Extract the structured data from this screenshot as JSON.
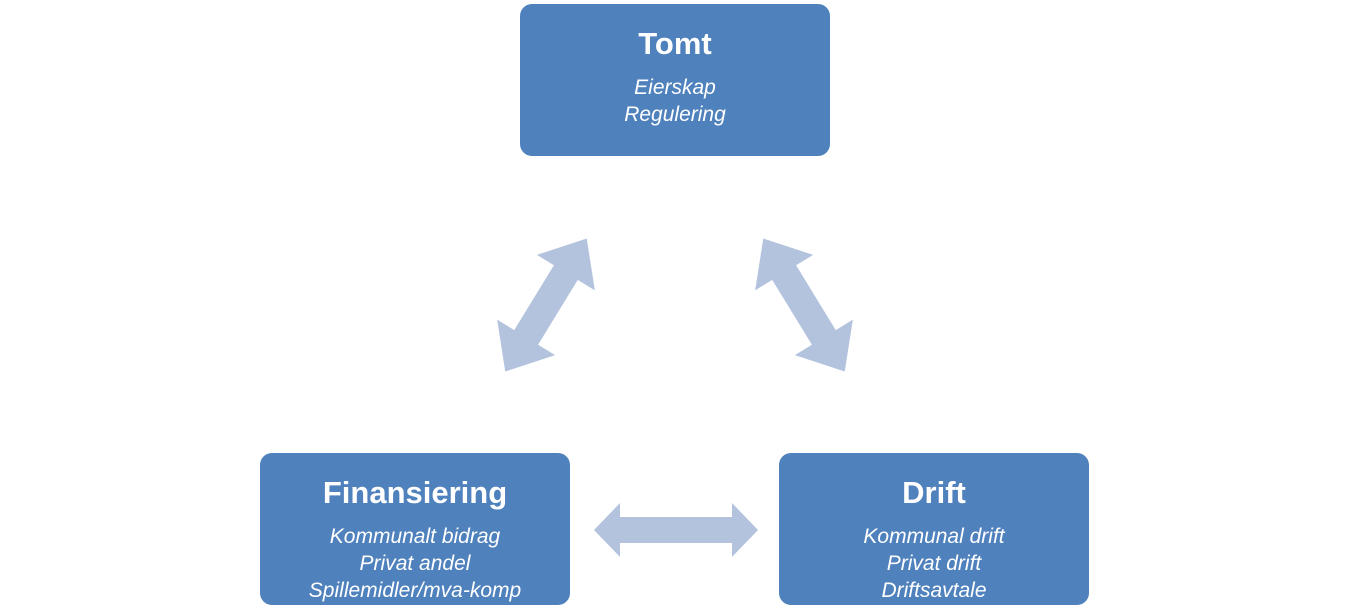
{
  "nodes": {
    "tomt": {
      "title": "Tomt",
      "items": [
        "Eierskap",
        "Regulering"
      ]
    },
    "finansiering": {
      "title": "Finansiering",
      "items": [
        "Kommunalt bidrag",
        "Privat andel",
        "Spillemidler/mva-komp"
      ]
    },
    "drift": {
      "title": "Drift",
      "items": [
        "Kommunal drift",
        "Privat drift",
        "Driftsavtale"
      ]
    }
  },
  "colors": {
    "box_fill": "#4f81bd",
    "arrow_fill": "#b3c3de",
    "text": "#ffffff"
  },
  "connections": [
    {
      "from": "finansiering",
      "to": "tomt",
      "type": "bidirectional"
    },
    {
      "from": "tomt",
      "to": "drift",
      "type": "bidirectional"
    },
    {
      "from": "finansiering",
      "to": "drift",
      "type": "bidirectional"
    }
  ]
}
